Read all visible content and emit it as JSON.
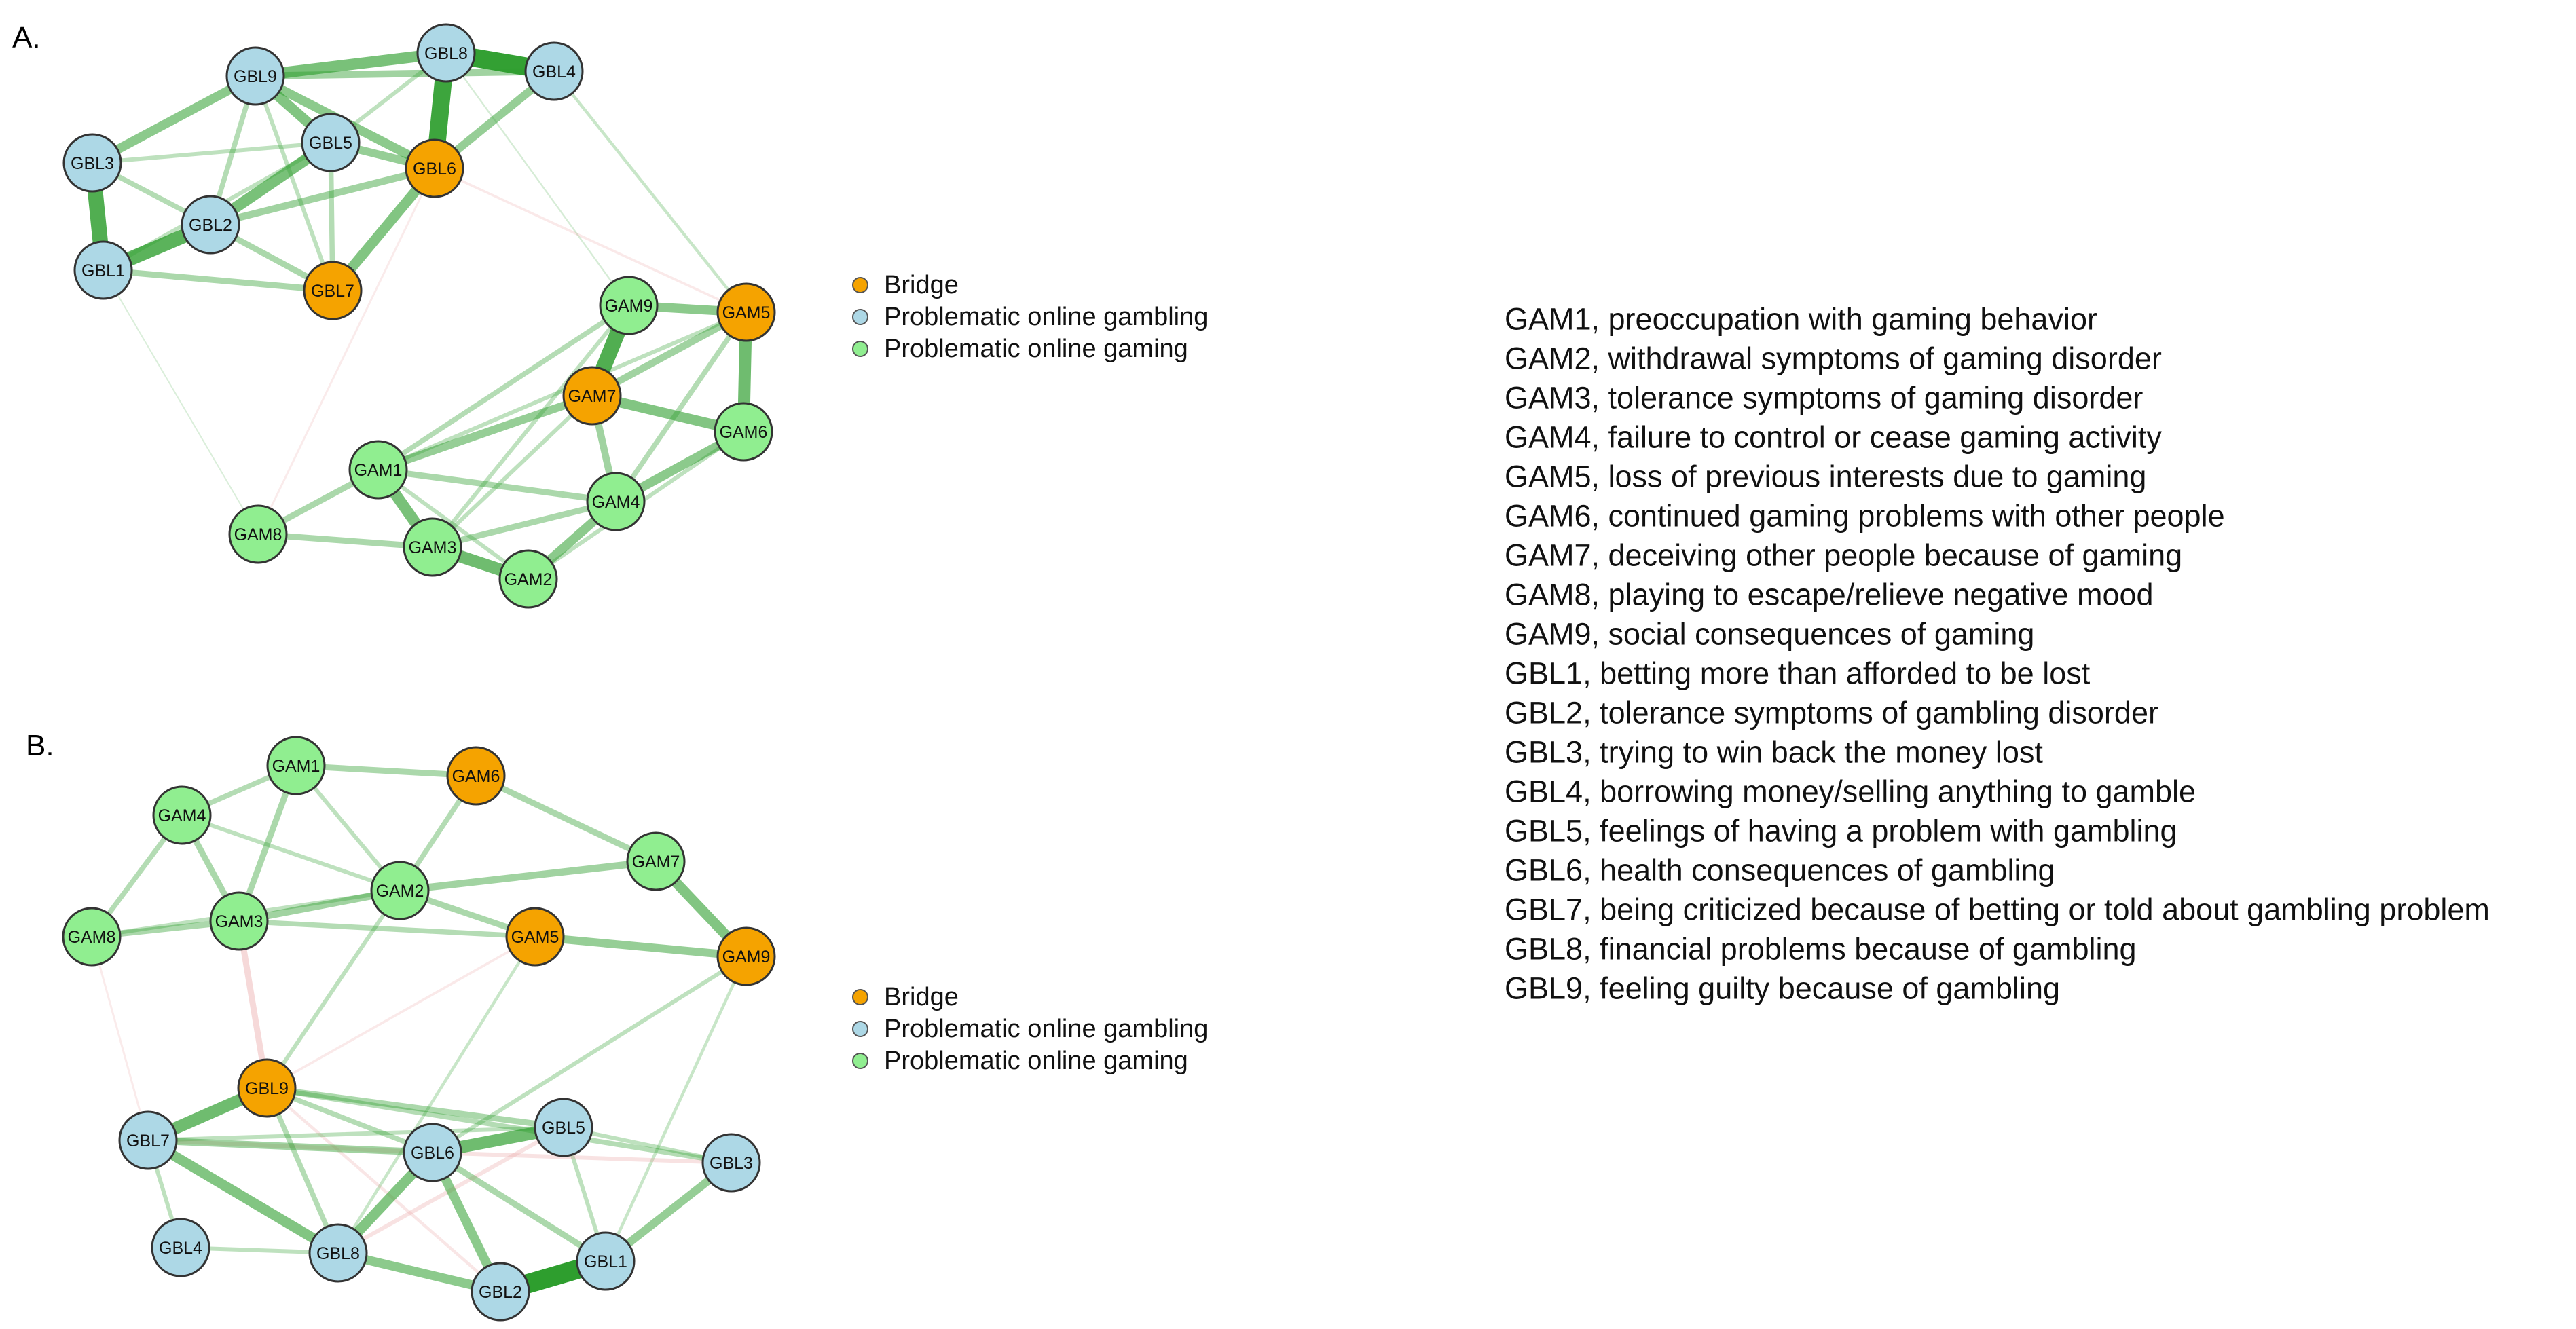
{
  "colors": {
    "bridge": "#F5A300",
    "gambling": "#ADD8E6",
    "gaming": "#90EE90",
    "positive_edge": "#2E9E2E",
    "negative_edge": "#E8A0A0",
    "node_stroke": "#333333"
  },
  "legend": {
    "items": [
      {
        "label": "Bridge",
        "group": "bridge"
      },
      {
        "label": "Problematic online gambling",
        "group": "gambling"
      },
      {
        "label": "Problematic online gaming",
        "group": "gaming"
      }
    ]
  },
  "panels": [
    {
      "label": "A.",
      "nodes": [
        {
          "id": "GBL9",
          "group": "gambling"
        },
        {
          "id": "GBL8",
          "group": "gambling"
        },
        {
          "id": "GBL4",
          "group": "gambling"
        },
        {
          "id": "GBL3",
          "group": "gambling"
        },
        {
          "id": "GBL5",
          "group": "gambling"
        },
        {
          "id": "GBL6",
          "group": "bridge"
        },
        {
          "id": "GBL2",
          "group": "gambling"
        },
        {
          "id": "GBL1",
          "group": "gambling"
        },
        {
          "id": "GBL7",
          "group": "bridge"
        },
        {
          "id": "GAM9",
          "group": "gaming"
        },
        {
          "id": "GAM5",
          "group": "bridge"
        },
        {
          "id": "GAM7",
          "group": "bridge"
        },
        {
          "id": "GAM6",
          "group": "gaming"
        },
        {
          "id": "GAM1",
          "group": "gaming"
        },
        {
          "id": "GAM4",
          "group": "gaming"
        },
        {
          "id": "GAM8",
          "group": "gaming"
        },
        {
          "id": "GAM3",
          "group": "gaming"
        },
        {
          "id": "GAM2",
          "group": "gaming"
        }
      ],
      "edges": [
        [
          "GBL8",
          "GBL4",
          0.9,
          1
        ],
        [
          "GBL8",
          "GBL6",
          0.85,
          1
        ],
        [
          "GBL9",
          "GBL8",
          0.55,
          1
        ],
        [
          "GBL9",
          "GBL5",
          0.5,
          1
        ],
        [
          "GBL3",
          "GBL1",
          0.75,
          1
        ],
        [
          "GBL1",
          "GBL2",
          0.7,
          1
        ],
        [
          "GBL2",
          "GBL5",
          0.55,
          1
        ],
        [
          "GBL6",
          "GBL7",
          0.5,
          1
        ],
        [
          "GBL9",
          "GBL3",
          0.45,
          1
        ],
        [
          "GBL9",
          "GBL6",
          0.45,
          1
        ],
        [
          "GBL5",
          "GBL6",
          0.4,
          1
        ],
        [
          "GBL4",
          "GBL6",
          0.4,
          1
        ],
        [
          "GBL9",
          "GBL4",
          0.35,
          1
        ],
        [
          "GBL2",
          "GBL6",
          0.35,
          1
        ],
        [
          "GBL1",
          "GBL7",
          0.3,
          1
        ],
        [
          "GBL2",
          "GBL7",
          0.3,
          1
        ],
        [
          "GBL9",
          "GBL2",
          0.25,
          1
        ],
        [
          "GBL3",
          "GBL2",
          0.25,
          1
        ],
        [
          "GBL5",
          "GBL7",
          0.25,
          1
        ],
        [
          "GBL3",
          "GBL5",
          0.2,
          1
        ],
        [
          "GBL1",
          "GBL5",
          0.2,
          1
        ],
        [
          "GBL8",
          "GBL5",
          0.2,
          1
        ],
        [
          "GBL9",
          "GBL7",
          0.2,
          1
        ],
        [
          "GBL4",
          "GAM5",
          0.15,
          1
        ],
        [
          "GBL6",
          "GAM5",
          0.12,
          -1
        ],
        [
          "GBL6",
          "GAM8",
          0.1,
          -1
        ],
        [
          "GBL8",
          "GAM9",
          0.08,
          1
        ],
        [
          "GBL1",
          "GAM8",
          0.06,
          1
        ],
        [
          "GAM9",
          "GAM7",
          0.75,
          1
        ],
        [
          "GAM5",
          "GAM6",
          0.6,
          1
        ],
        [
          "GAM7",
          "GAM6",
          0.5,
          1
        ],
        [
          "GAM1",
          "GAM3",
          0.55,
          1
        ],
        [
          "GAM3",
          "GAM2",
          0.6,
          1
        ],
        [
          "GAM9",
          "GAM5",
          0.45,
          1
        ],
        [
          "GAM7",
          "GAM1",
          0.4,
          1
        ],
        [
          "GAM6",
          "GAM4",
          0.45,
          1
        ],
        [
          "GAM4",
          "GAM2",
          0.45,
          1
        ],
        [
          "GAM7",
          "GAM4",
          0.35,
          1
        ],
        [
          "GAM5",
          "GAM7",
          0.35,
          1
        ],
        [
          "GAM8",
          "GAM1",
          0.3,
          1
        ],
        [
          "GAM8",
          "GAM3",
          0.3,
          1
        ],
        [
          "GAM1",
          "GAM4",
          0.3,
          1
        ],
        [
          "GAM3",
          "GAM4",
          0.3,
          1
        ],
        [
          "GAM1",
          "GAM9",
          0.25,
          1
        ],
        [
          "GAM5",
          "GAM4",
          0.25,
          1
        ],
        [
          "GAM9",
          "GAM3",
          0.2,
          1
        ],
        [
          "GAM1",
          "GAM2",
          0.2,
          1
        ],
        [
          "GAM5",
          "GAM1",
          0.2,
          1
        ],
        [
          "GAM7",
          "GAM3",
          0.2,
          1
        ],
        [
          "GAM6",
          "GAM2",
          0.2,
          1
        ]
      ]
    },
    {
      "label": "B.",
      "nodes": [
        {
          "id": "GAM1",
          "group": "gaming"
        },
        {
          "id": "GAM6",
          "group": "bridge"
        },
        {
          "id": "GAM4",
          "group": "gaming"
        },
        {
          "id": "GAM7",
          "group": "gaming"
        },
        {
          "id": "GAM2",
          "group": "gaming"
        },
        {
          "id": "GAM8",
          "group": "gaming"
        },
        {
          "id": "GAM3",
          "group": "gaming"
        },
        {
          "id": "GAM5",
          "group": "bridge"
        },
        {
          "id": "GAM9",
          "group": "bridge"
        },
        {
          "id": "GBL9",
          "group": "bridge"
        },
        {
          "id": "GBL7",
          "group": "gambling"
        },
        {
          "id": "GBL5",
          "group": "gambling"
        },
        {
          "id": "GBL6",
          "group": "gambling"
        },
        {
          "id": "GBL3",
          "group": "gambling"
        },
        {
          "id": "GBL4",
          "group": "gambling"
        },
        {
          "id": "GBL8",
          "group": "gambling"
        },
        {
          "id": "GBL1",
          "group": "gambling"
        },
        {
          "id": "GBL2",
          "group": "gambling"
        }
      ],
      "edges": [
        [
          "GBL2",
          "GBL1",
          0.95,
          1
        ],
        [
          "GBL9",
          "GBL7",
          0.6,
          1
        ],
        [
          "GBL6",
          "GBL5",
          0.6,
          1
        ],
        [
          "GBL7",
          "GBL8",
          0.5,
          1
        ],
        [
          "GBL8",
          "GBL6",
          0.5,
          1
        ],
        [
          "GBL8",
          "GBL2",
          0.45,
          1
        ],
        [
          "GBL6",
          "GBL2",
          0.45,
          1
        ],
        [
          "GBL1",
          "GBL3",
          0.4,
          1
        ],
        [
          "GBL7",
          "GBL6",
          0.35,
          1
        ],
        [
          "GAM7",
          "GAM9",
          0.5,
          1
        ],
        [
          "GAM5",
          "GAM9",
          0.4,
          1
        ],
        [
          "GAM3",
          "GAM2",
          0.35,
          1
        ],
        [
          "GAM2",
          "GAM7",
          0.35,
          1
        ],
        [
          "GAM8",
          "GAM3",
          0.3,
          1
        ],
        [
          "GAM1",
          "GAM6",
          0.3,
          1
        ],
        [
          "GAM4",
          "GAM3",
          0.3,
          1
        ],
        [
          "GAM1",
          "GAM3",
          0.3,
          1
        ],
        [
          "GAM2",
          "GAM5",
          0.3,
          1
        ],
        [
          "GAM6",
          "GAM7",
          0.3,
          1
        ],
        [
          "GAM4",
          "GAM1",
          0.25,
          1
        ],
        [
          "GAM8",
          "GAM4",
          0.25,
          1
        ],
        [
          "GAM3",
          "GAM5",
          0.25,
          1
        ],
        [
          "GAM6",
          "GAM2",
          0.25,
          1
        ],
        [
          "GAM8",
          "GAM2",
          0.2,
          1
        ],
        [
          "GAM4",
          "GAM2",
          0.2,
          1
        ],
        [
          "GAM1",
          "GAM2",
          0.2,
          1
        ],
        [
          "GBL9",
          "GBL5",
          0.3,
          1
        ],
        [
          "GBL9",
          "GBL3",
          0.25,
          1
        ],
        [
          "GBL7",
          "GBL4",
          0.2,
          1
        ],
        [
          "GBL4",
          "GBL8",
          0.2,
          1
        ],
        [
          "GBL5",
          "GBL3",
          0.2,
          1
        ],
        [
          "GBL6",
          "GBL1",
          0.3,
          1
        ],
        [
          "GBL9",
          "GBL8",
          0.25,
          1
        ],
        [
          "GBL9",
          "GBL6",
          0.25,
          1
        ],
        [
          "GBL7",
          "GBL5",
          0.2,
          1
        ],
        [
          "GBL5",
          "GBL1",
          0.2,
          1
        ],
        [
          "GAM9",
          "GBL6",
          0.2,
          1
        ],
        [
          "GAM5",
          "GBL8",
          0.15,
          1
        ],
        [
          "GAM2",
          "GBL9",
          0.2,
          1
        ],
        [
          "GAM9",
          "GBL1",
          0.15,
          1
        ],
        [
          "GAM3",
          "GBL9",
          0.3,
          -1
        ],
        [
          "GBL7",
          "GBL6",
          0.2,
          -1
        ],
        [
          "GBL6",
          "GBL3",
          0.2,
          -1
        ],
        [
          "GBL8",
          "GBL5",
          0.2,
          -1
        ],
        [
          "GBL9",
          "GBL2",
          0.15,
          -1
        ],
        [
          "GAM8",
          "GBL7",
          0.1,
          -1
        ],
        [
          "GAM5",
          "GBL9",
          0.12,
          -1
        ]
      ]
    }
  ],
  "descriptions": [
    "GAM1, preoccupation with gaming behavior",
    "GAM2, withdrawal symptoms of gaming disorder",
    "GAM3, tolerance symptoms of gaming disorder",
    "GAM4, failure to control or cease gaming activity",
    "GAM5, loss of previous interests due to gaming",
    "GAM6, continued gaming problems with other people",
    "GAM7, deceiving other people because of gaming",
    "GAM8, playing to escape/relieve negative mood",
    "GAM9, social consequences of gaming",
    "GBL1, betting more than afforded to be lost",
    "GBL2, tolerance symptoms of gambling disorder",
    "GBL3, trying to win back the money lost",
    "GBL4, borrowing money/selling anything to gamble",
    "GBL5, feelings of having a problem with gambling",
    "GBL6, health consequences of gambling",
    "GBL7, being criticized because of betting or told about gambling problem",
    "GBL8, financial problems because of gambling",
    "GBL9, feeling guilty because of gambling"
  ]
}
